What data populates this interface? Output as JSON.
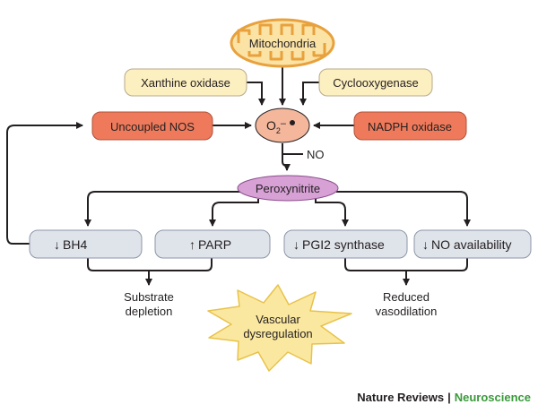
{
  "nodes": {
    "mitochondria": "Mitochondria",
    "xanthine_oxidase": "Xanthine oxidase",
    "cyclooxygenase": "Cyclooxygenase",
    "uncoupled_nos": "Uncoupled NOS",
    "nadph_oxidase": "NADPH oxidase",
    "superoxide_main": "O",
    "superoxide_sub": "2",
    "superoxide_sup": "–",
    "no_label": "NO",
    "peroxynitrite": "Peroxynitrite",
    "bh4": "BH4",
    "parp": "PARP",
    "pgi2_synthase": "PGI2 synthase",
    "no_availability": "NO availability",
    "substrate_depletion_line1": "Substrate",
    "substrate_depletion_line2": "depletion",
    "reduced_vasodilation_line1": "Reduced",
    "reduced_vasodilation_line2": "vasodilation",
    "vascular_dysregulation_line1": "Vascular",
    "vascular_dysregulation_line2": "dysregulation"
  },
  "arrows": {
    "up": "↑",
    "down": "↓"
  },
  "credit": {
    "journal": "Nature Reviews",
    "separator": "|",
    "section": "Neuroscience"
  },
  "colors": {
    "mito_fill": "#fbe3a6",
    "mito_stroke": "#e8a13c",
    "enzyme_fill": "#fcefc0",
    "nos_fill": "#ee7a5b",
    "superoxide_fill": "#f4b79c",
    "peroxynitrite_fill": "#d7a1d6",
    "outcome_fill": "#dfe3ea",
    "star_fill": "#fbe8a0",
    "neuroscience_green": "#3a9a3a"
  }
}
